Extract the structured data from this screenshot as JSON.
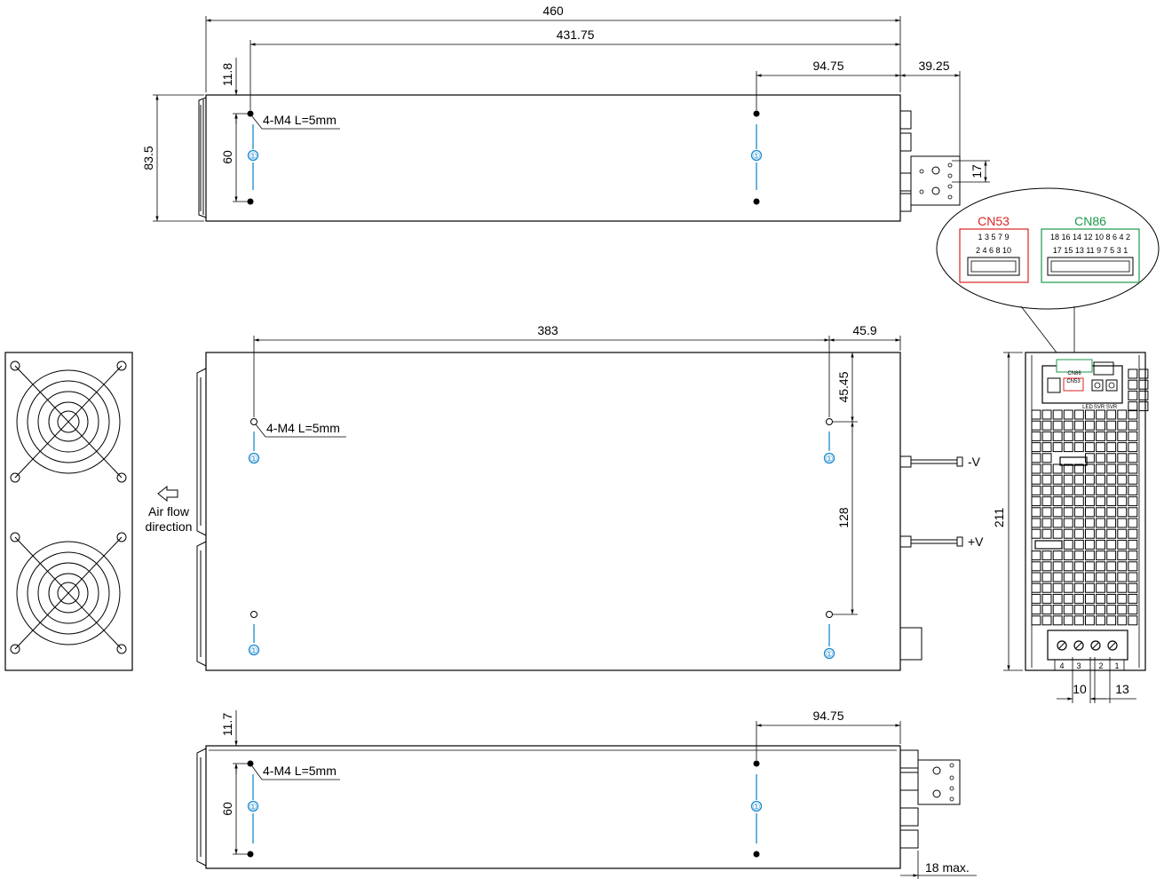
{
  "dimensions": {
    "overall_length": "460",
    "hole_span": "431.75",
    "top_offset": "94.75",
    "terminal_extent": "39.25",
    "height": "83.5",
    "hole_edge": "11.8",
    "hole_vertical": "60",
    "terminal_pitch": "17",
    "side_span": "383",
    "side_offset": "45.9",
    "side_hole_edge": "45.45",
    "side_hole_vertical": "128",
    "front_height": "211",
    "tb_pitch_a": "10",
    "tb_pitch_b": "13",
    "bottom_offset": "94.75",
    "bottom_hole_edge": "11.7",
    "bottom_hole_vertical": "60",
    "bottom_max": "18 max."
  },
  "labels": {
    "screw_top": "4-M4 L=5mm",
    "screw_side": "4-M4 L=5mm",
    "screw_bottom": "4-M4 L=5mm",
    "airflow_line1": "Air flow",
    "airflow_line2": "direction",
    "neg_v": "-V",
    "pos_v": "+V",
    "circle_marker": "①"
  },
  "connectors": {
    "cn53_title": "CN53",
    "cn53_row1": "1 3 5 7 9",
    "cn53_row2": "2 4 6 8 10",
    "cn86_title": "CN86",
    "cn86_row1": "18 16 14 12 10 8 6 4 2",
    "cn86_row2": "17 15 13 11 9 7 5 3 1",
    "front_cn86": "CN86",
    "front_cn53": "CN53",
    "led": "LED",
    "svr1": "SVR",
    "svr2": "SVR",
    "tb_1": "1",
    "tb_2": "2",
    "tb_3": "3",
    "tb_4": "4"
  },
  "colors": {
    "cn53": "#d22222",
    "cn86": "#1a9a4a",
    "marker": "#1a8ad0"
  }
}
